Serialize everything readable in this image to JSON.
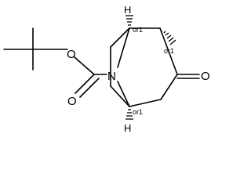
{
  "molecule": {
    "atoms": {
      "oxygen_ester": "O",
      "oxygen_carbonyl_carbamate": "O",
      "nitrogen_bridge": "N",
      "oxygen_ketone": "O",
      "hydrogen_top": "H",
      "hydrogen_bottom": "H"
    },
    "stereo_labels": {
      "c1": "or1",
      "c2": "or1",
      "c5": "or1"
    }
  }
}
